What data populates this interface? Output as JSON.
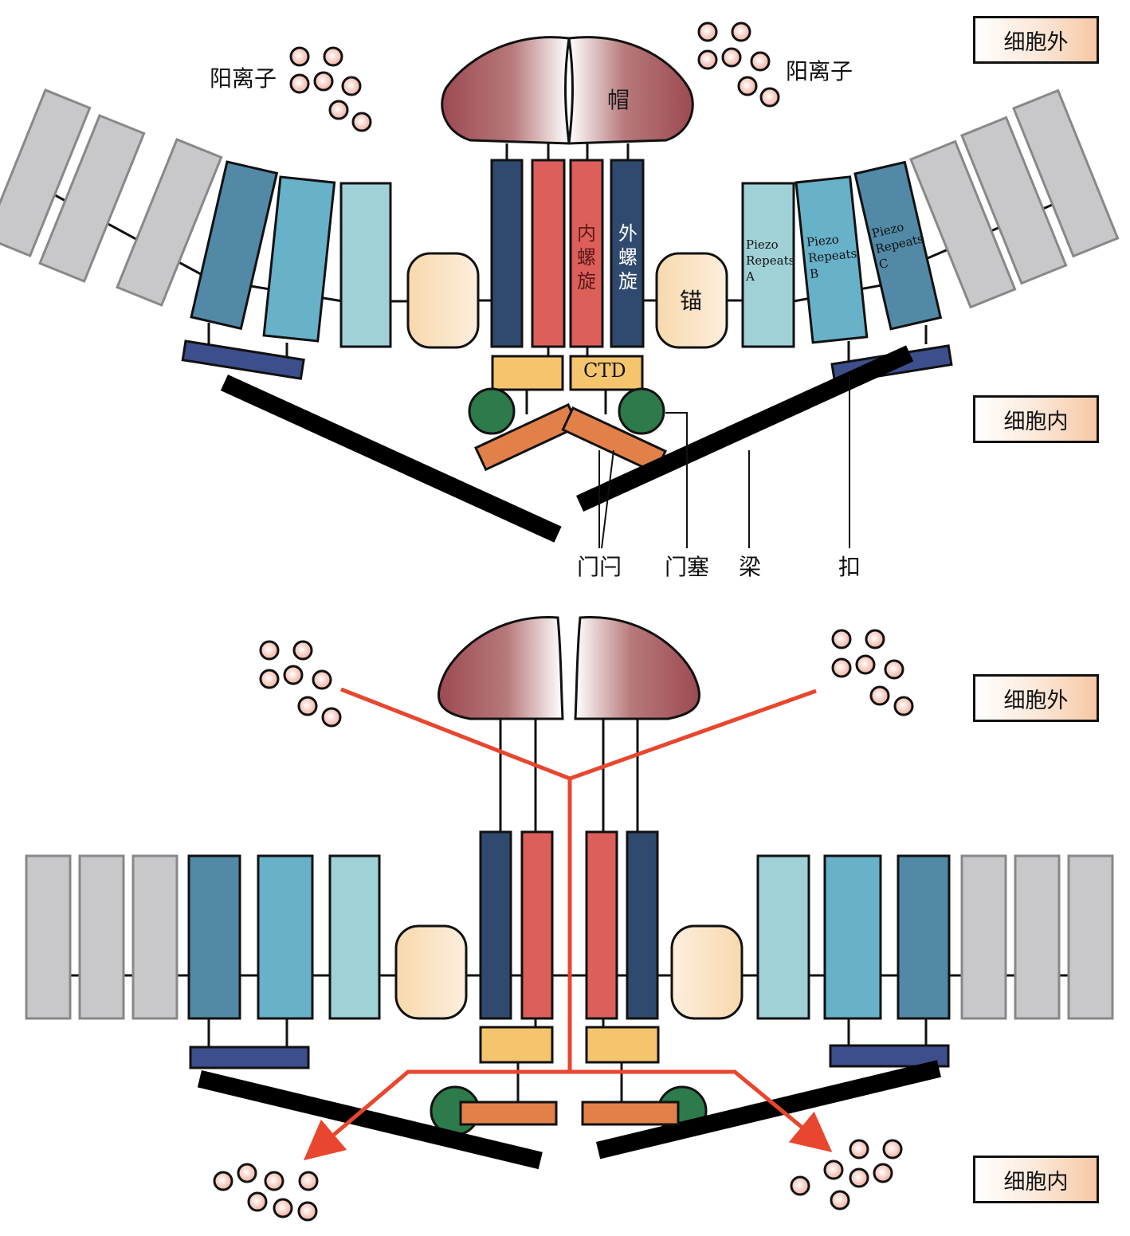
{
  "regions": {
    "top_extracellular": "细胞外",
    "top_intracellular": "细胞内",
    "bottom_extracellular": "细胞外",
    "bottom_intracellular": "细胞内"
  },
  "ions": {
    "left_label": "阳离子",
    "right_label": "阳离子"
  },
  "structure": {
    "cap": "帽",
    "inner_helix": "内螺旋",
    "outer_helix": "外螺旋",
    "anchor": "锚",
    "ctd": "CTD",
    "repeat_a": "Piezo\nRepeats\nA",
    "repeat_b": "Piezo\nRepeats\nB",
    "repeat_c": "Piezo\nRepeats\nC"
  },
  "callouts": {
    "latch": "门闩",
    "plug": "门塞",
    "beam": "梁",
    "clasp": "扣"
  },
  "colors": {
    "cap_dark": "#a04e56",
    "outer_helix": "#2f4a6e",
    "inner_helix": "#dd5f5a",
    "ctd": "#f5c56e",
    "anchor": "#f7d6a6",
    "repeat_a": "#9fd1d6",
    "repeat_b": "#67b1c9",
    "repeat_c": "#5189a6",
    "repeat_gray": "#c8c8ca",
    "clasp": "#3d4e8c",
    "beam": "#000000",
    "latch": "#e2804a",
    "plug": "#2d7a4a",
    "ion_path": "#e8462e",
    "ion": "#f2b7a5"
  }
}
